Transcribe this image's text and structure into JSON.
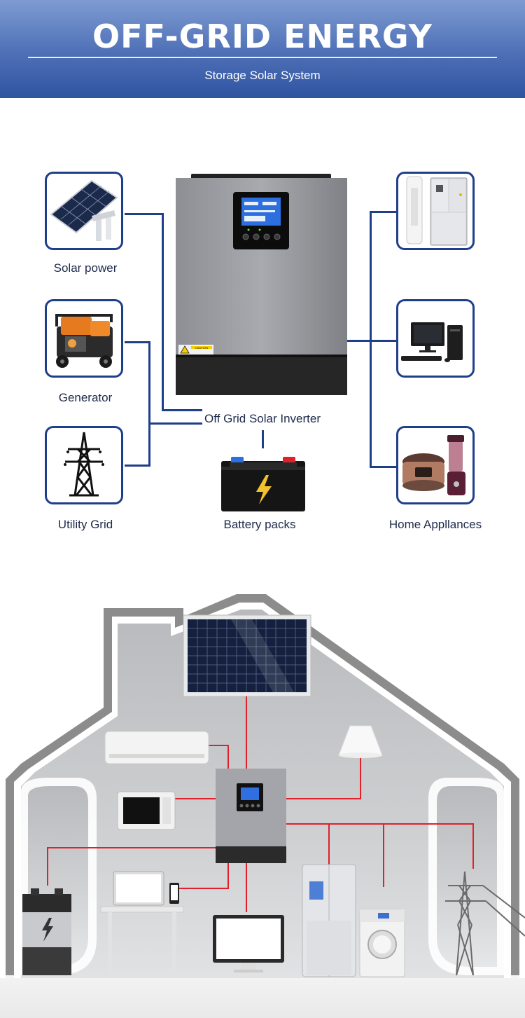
{
  "header": {
    "title": "OFF-GRID ENERGY",
    "subtitle": "Storage Solar System"
  },
  "sources": [
    {
      "label": "Solar power",
      "icon": "solar-panel-icon"
    },
    {
      "label": "Generator",
      "icon": "generator-icon"
    },
    {
      "label": "Utility Grid",
      "icon": "power-tower-icon"
    }
  ],
  "loads": [
    {
      "icon": "air-conditioner-fridge-icon"
    },
    {
      "icon": "desktop-computer-icon"
    },
    {
      "label": "Home Appllances",
      "icon": "rice-cooker-blender-icon"
    }
  ],
  "inverter": {
    "label": "Off Grid Solar Inverter",
    "caution_text": "CAUTION"
  },
  "battery": {
    "label": "Battery packs"
  },
  "colors": {
    "header_top": "#7e9bd2",
    "header_bottom": "#2f54a0",
    "frame_blue": "#1f3f8a",
    "wire_red": "#e0202a",
    "house_gray": "#8a8a8a"
  }
}
